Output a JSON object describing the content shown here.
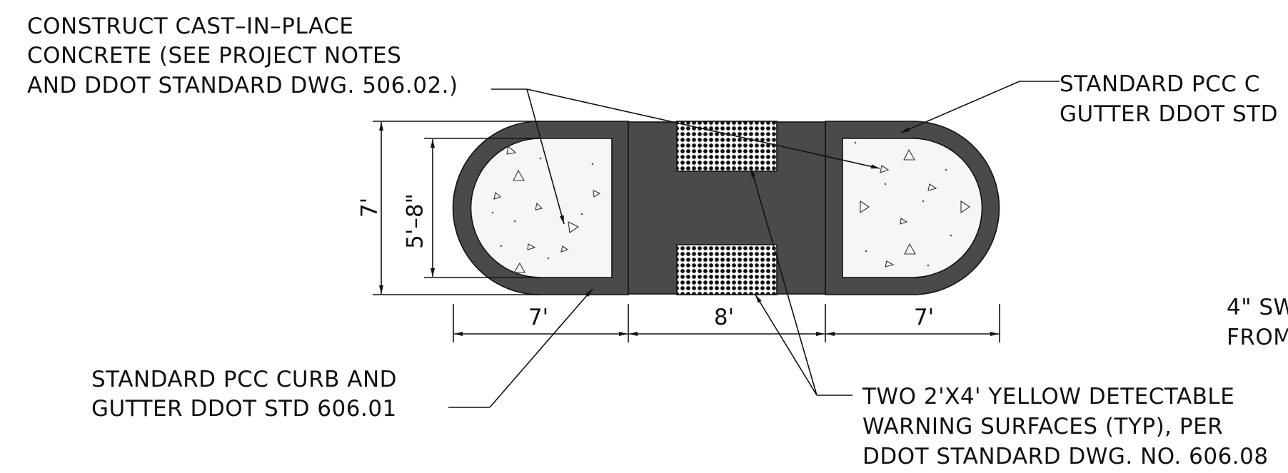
{
  "notes": {
    "cip_line1": "CONSTRUCT CAST–IN–PLACE",
    "cip_line2": "CONCRETE (SEE PROJECT NOTES",
    "cip_line3": "AND DDOT STANDARD DWG. 506.02.)",
    "curb_right_line1": "STANDARD PCC C",
    "curb_right_line2": "GUTTER DDOT STD",
    "curb_left_line1": "STANDARD PCC CURB AND",
    "curb_left_line2": "GUTTER DDOT STD 606.01",
    "warning_line1": "TWO 2'X4' YELLOW DETECTABLE",
    "warning_line2": "WARNING SURFACES (TYP), PER",
    "warning_line3": "DDOT STANDARD DWG. NO. 606.08",
    "swale_line1": "4\" SW",
    "swale_line2": "FROM"
  },
  "dimensions": {
    "overall_height": "7'",
    "inner_height": "5'–8\"",
    "left_width": "7'",
    "center_width": "8'",
    "right_width": "7'"
  },
  "colors": {
    "curb_fill": "#4a4a4a",
    "concrete_fill": "#f6f6f6",
    "line": "#111111"
  }
}
